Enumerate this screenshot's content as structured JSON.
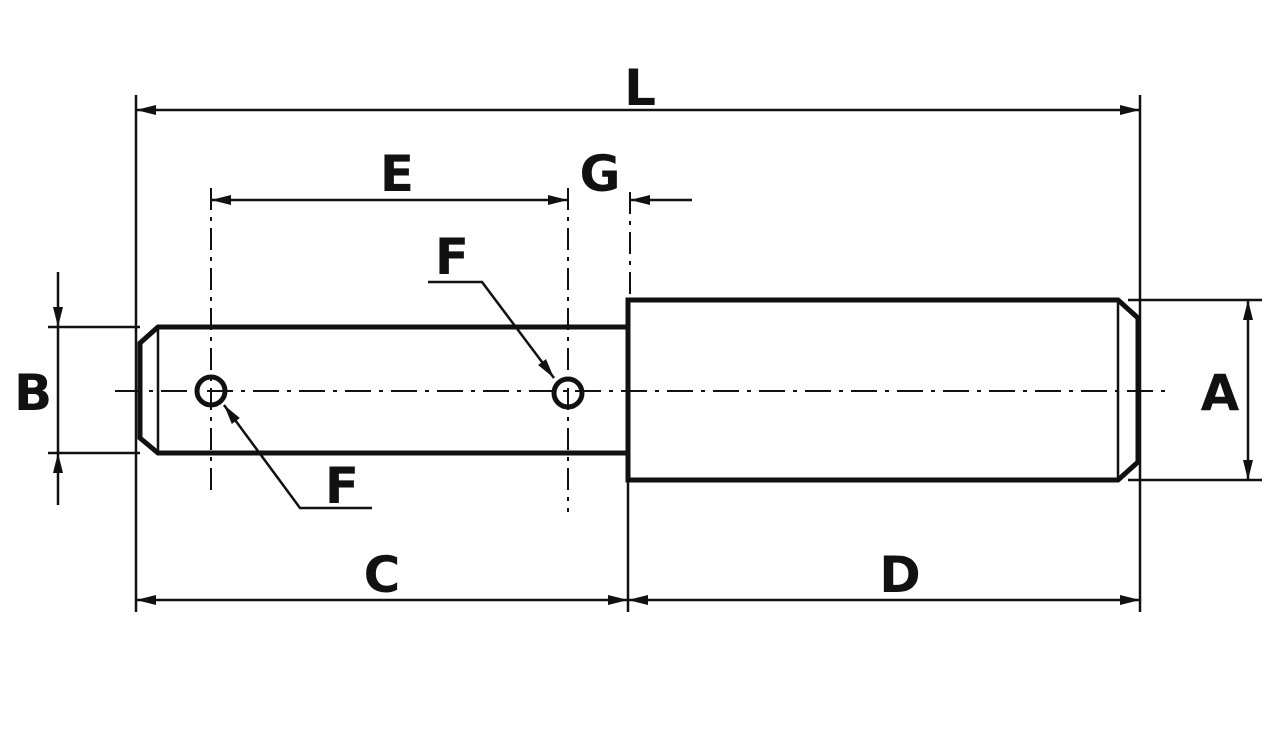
{
  "diagram": {
    "dimensions": {
      "L": "L",
      "E": "E",
      "G": "G",
      "B": "B",
      "A": "A",
      "C": "C",
      "D": "D"
    },
    "holes": {
      "upper_label": "F",
      "lower_label": "F"
    },
    "line_color": "#111111",
    "background": "#ffffff"
  }
}
